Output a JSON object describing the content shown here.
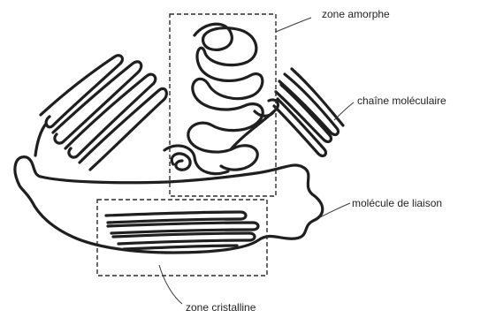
{
  "labels": {
    "zone_amorphe": "zone amorphe",
    "chaine_moleculaire": "chaîne moléculaire",
    "molecule_de_liaison": "molécule de liaison",
    "zone_cristalline": "zone cristalline"
  },
  "colors": {
    "chain": "#1f1f1f",
    "box": "#2a2a2a",
    "text": "#222222",
    "background": "#ffffff"
  }
}
